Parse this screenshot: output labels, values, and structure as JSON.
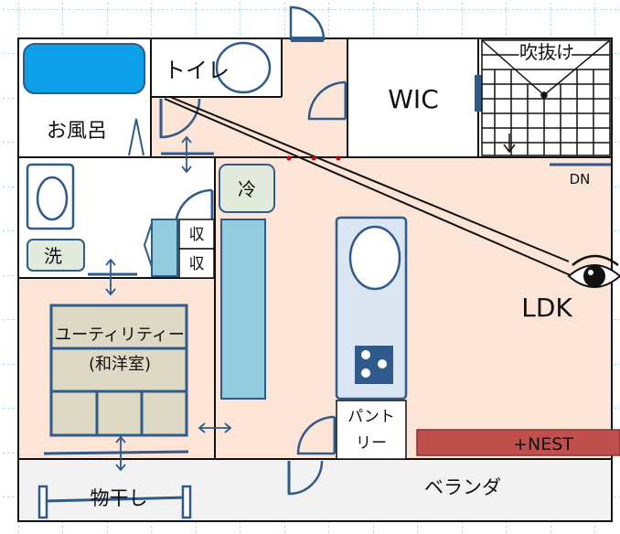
{
  "labels": {
    "bath": "お風呂",
    "toilet": "トイレ",
    "wic": "WIC",
    "atrium": "吹抜け",
    "dn": "DN",
    "fridge": "冷",
    "washer": "洗",
    "storage_top": "収",
    "storage_bottom": "収",
    "ldk": "LDK",
    "utility_line1": "ユーティリティー",
    "utility_line2": "(和洋室)",
    "pantry_line1": "パント",
    "pantry_line2": "リー",
    "nest": "+NEST",
    "drying": "物干し",
    "veranda": "ベランダ"
  },
  "colors": {
    "floor": "#fce4d6",
    "wall": "#111111",
    "fixture_blue": "#2e5a8c",
    "bathtub": "#0da0e8",
    "counter": "#93cddd",
    "tatami": "#ddd9c4",
    "kitchen": "#dce6f2",
    "nest_bar": "#c0504d",
    "veranda": "#f2f2f2",
    "grid": "#4aa8c8"
  },
  "icons": {
    "viewpoint": "eye-icon",
    "stove": "stove-icon"
  }
}
